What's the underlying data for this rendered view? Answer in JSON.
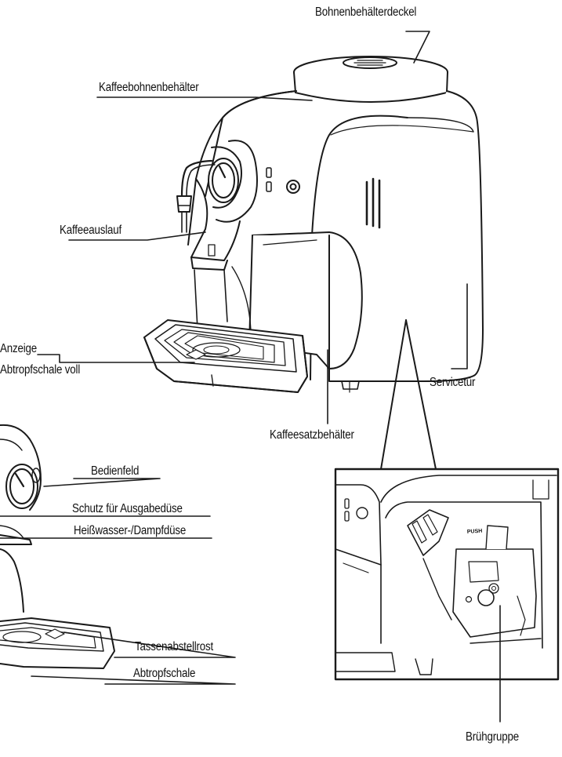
{
  "labels": {
    "bean_container_lid": "Bohnenbehälterdeckel",
    "coffee_bean_container": "Kaffeebohnenbehälter",
    "coffee_spout": "Kaffeeauslauf",
    "drip_tray_full_indicator_line1": "Anzeige",
    "drip_tray_full_indicator_line2": "Abtropfschale voll",
    "service_door": "Servicetür",
    "coffee_grounds_container": "Kaffeesatzbehälter",
    "control_panel": "Bedienfeld",
    "nozzle_protection": "Schutz für Ausgabedüse",
    "hot_water_steam_nozzle": "Heißwasser-/Dampfdüse",
    "cup_rack": "Tassenabstellrost",
    "drip_tray": "Abtropfschale",
    "brew_group": "Brühgruppe"
  },
  "insert_text": {
    "push": "PUSH"
  }
}
